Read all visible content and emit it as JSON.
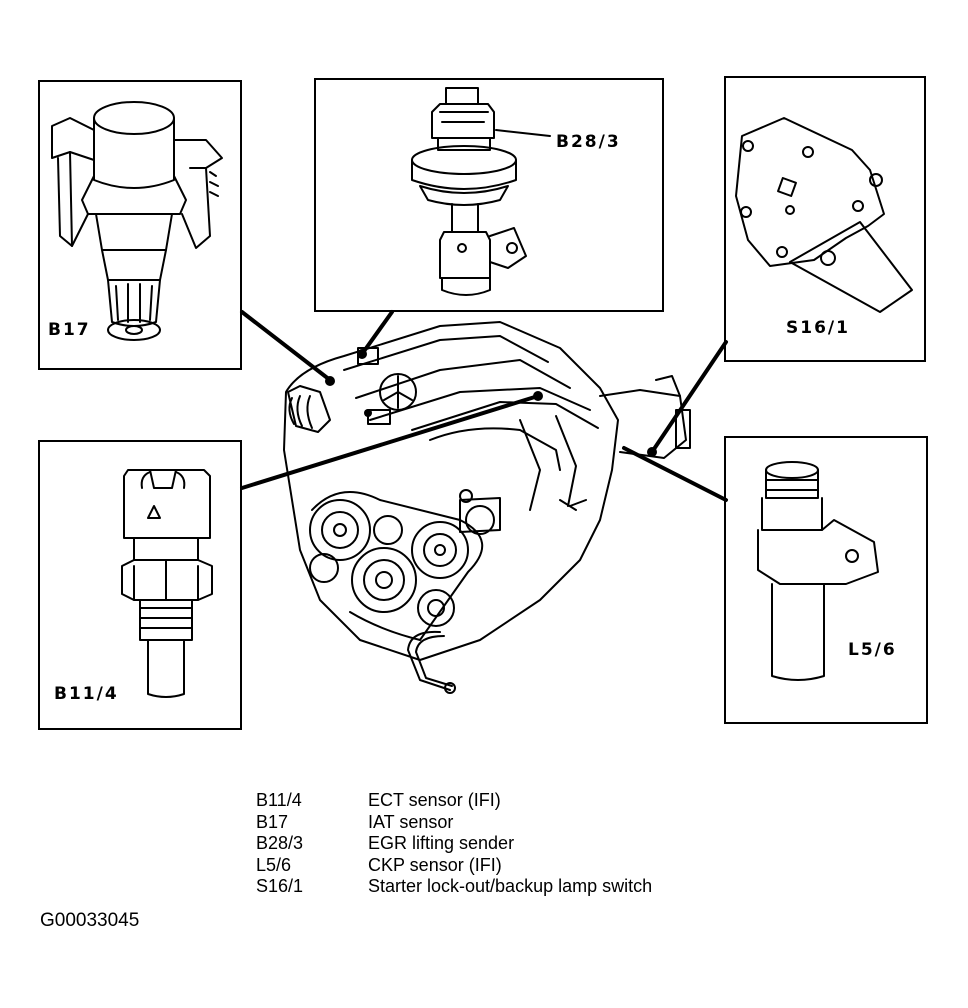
{
  "callouts": {
    "b17": "B17",
    "b28_3": "B28/3",
    "s16_1": "S16/1",
    "b11_4": "B11/4",
    "l5_6": "L5/6"
  },
  "legend": [
    {
      "code": "B11/4",
      "desc": "ECT sensor (IFI)"
    },
    {
      "code": "B17",
      "desc": "IAT sensor"
    },
    {
      "code": "B28/3",
      "desc": "EGR lifting sender"
    },
    {
      "code": "L5/6",
      "desc": "CKP sensor (IFI)"
    },
    {
      "code": "S16/1",
      "desc": "Starter lock-out/backup lamp switch"
    }
  ],
  "figure_id": "G00033045"
}
